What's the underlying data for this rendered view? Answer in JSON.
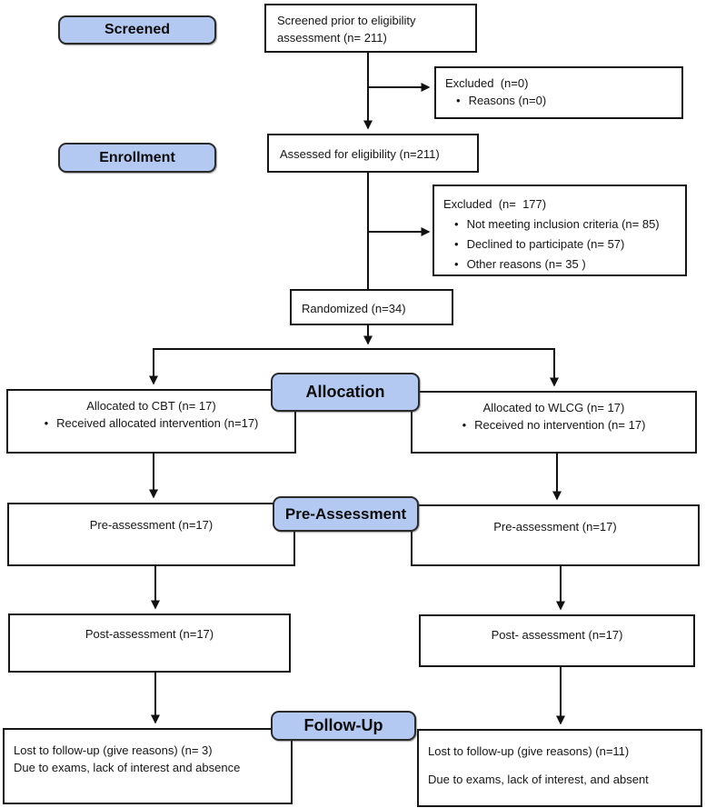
{
  "stages": {
    "screened": {
      "label": "Screened"
    },
    "enrollment": {
      "label": "Enrollment"
    },
    "allocation": {
      "label": "Allocation"
    },
    "pre_assessment": {
      "label": "Pre-Assessment"
    },
    "follow_up": {
      "label": "Follow-Up"
    }
  },
  "boxes": {
    "screened_info": {
      "lines": [
        "Screened prior to eligibility",
        "assessment (n= 211)"
      ]
    },
    "excluded_screening": {
      "title": "Excluded  (n=0)",
      "bullets": [
        "Reasons (n=0)"
      ]
    },
    "assessed": {
      "text": "Assessed for eligibility (n=211)"
    },
    "excluded_eligibility": {
      "title": "Excluded  (n=  177)",
      "bullets": [
        "Not meeting inclusion criteria (n= 85)",
        "Declined to participate (n= 57)",
        "Other reasons (n= 35 )"
      ]
    },
    "randomized": {
      "text": "Randomized (n=34)"
    },
    "allocated_cbt": {
      "title": "Allocated to CBT (n= 17)",
      "bullets": [
        "Received allocated intervention (n=17)"
      ]
    },
    "allocated_wlcg": {
      "title": "Allocated to WLCG (n= 17)",
      "bullets": [
        "Received no intervention (n= 17)"
      ]
    },
    "pre_cbt": {
      "text": "Pre-assessment (n=17)"
    },
    "pre_wlcg": {
      "text": "Pre-assessment (n=17)"
    },
    "post_cbt": {
      "text": "Post-assessment (n=17)"
    },
    "post_wlcg": {
      "text": "Post- assessment (n=17)"
    },
    "followup_cbt": {
      "lines": [
        "Lost to follow-up (give reasons) (n= 3)",
        "Due to exams, lack of interest and absence"
      ]
    },
    "followup_wlcg": {
      "lines": [
        "Lost to follow-up (give reasons) (n=11)",
        "",
        "Due to exams, lack of interest, and absent"
      ]
    }
  },
  "colors": {
    "stage_fill": "#b4c9f1",
    "stage_border": "#2b2b2b",
    "box_border": "#161616",
    "arrow": "#111111"
  }
}
